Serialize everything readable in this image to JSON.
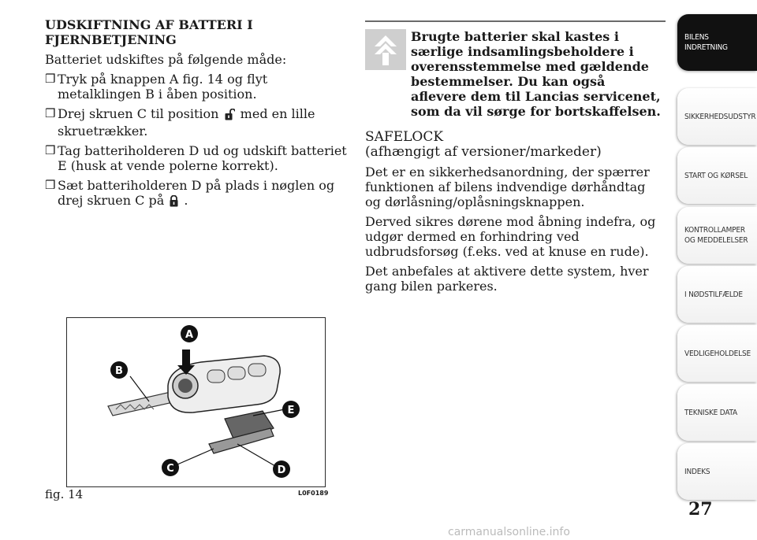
{
  "left": {
    "heading": "UDSKIFTNING AF BATTERI I FJERNBETJENING",
    "intro": "Batteriet udskiftes på følgende måde:",
    "bullets": [
      {
        "text": "Tryk på knappen A fig. 14 og flyt metalklingen B i åben position."
      },
      {
        "text_before": "Drej skruen C til position",
        "text_after": "med en lille skruetrækker."
      },
      {
        "text": "Tag batteriholderen D ud og udskift batteriet E (husk at vende polerne korrekt)."
      },
      {
        "text_before": "Sæt batteriholderen D på plads i nøglen og drej skruen C på",
        "text_after": "."
      }
    ],
    "bullet_symbol": "❒"
  },
  "right": {
    "warning": "Brugte batterier skal kastes i særlige indsamlingsbeholdere i overensstemmelse med gældende bestemmelser. Du kan også aflevere dem til Lancias servicenet, som da vil sørge for bortskaffelsen.",
    "safelock_title": "SAFELOCK",
    "safelock_subtitle": "(afhængigt af versioner/markeder)",
    "paragraphs": [
      "Det er en sikkerhedsanordning, der spærrer funktionen af bilens indvendige dørhåndtag og dørlåsning/oplåsningsknappen.",
      "Derved sikres dørene mod åbning indefra, og udgør dermed en forhindring ved udbrudsforsøg (f.eks. ved at knuse en rude).",
      "Det anbefales at aktivere dette system, hver gang bilen parkeres."
    ]
  },
  "figure": {
    "caption": "fig. 14",
    "code": "L0F0189",
    "labels": {
      "a": "A",
      "b": "B",
      "c": "C",
      "d": "D",
      "e": "E"
    }
  },
  "sidebar": {
    "tabs": [
      {
        "label": "BILENS\nINDRETNING",
        "active": true
      },
      {
        "label": "SIKKERHEDSUDSTYR",
        "active": false
      },
      {
        "label": "START OG KØRSEL",
        "active": false
      },
      {
        "label": "KONTROLLAMPER\nOG MEDDELELSER",
        "active": false
      },
      {
        "label": "I NØDSTILFÆLDE",
        "active": false
      },
      {
        "label": "VEDLIGEHOLDELSE",
        "active": false
      },
      {
        "label": "TEKNISKE DATA",
        "active": false
      },
      {
        "label": "INDEKS",
        "active": false
      }
    ]
  },
  "page_number": "27",
  "watermark": "carmanualsonline.info",
  "colors": {
    "active_tab": "#111111",
    "recycle_box": "#cfcfcf"
  }
}
